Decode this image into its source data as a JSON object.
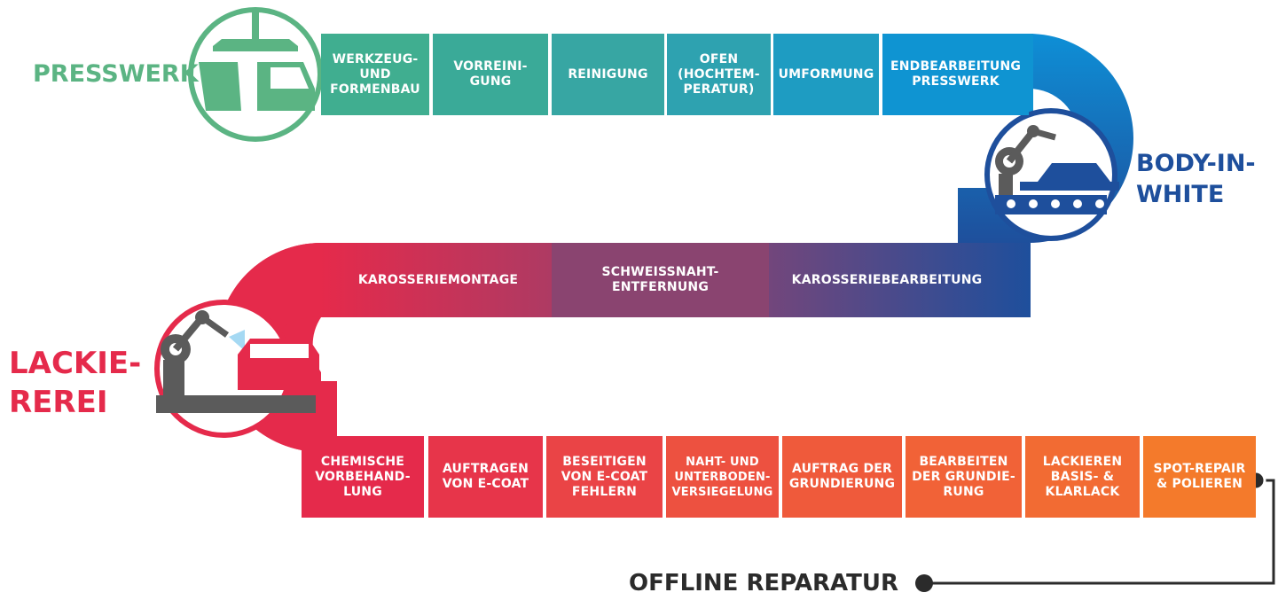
{
  "sections": {
    "presswerk": "PRESSWERK",
    "body_in_white": "BODY-IN-\nWHITE",
    "lackiererei": "LACKIE-\nREREI",
    "offline": "OFFLINE REPARATUR"
  },
  "row1": [
    "WERKZEUG-\nUND\nFORMENBAU",
    "VORREINI-\nGUNG",
    "REINIGUNG",
    "OFEN\n(HOCHTEM-\nPERATUR)",
    "UMFORMUNG",
    "ENDBEARBEITUNG\nPRESSWERK"
  ],
  "row2": [
    "KAROSSERIEMONTAGE",
    "SCHWEISSNAHT-\nENTFERNUNG",
    "KAROSSERIEBEARBEITUNG"
  ],
  "row3": [
    "CHEMISCHE\nVORBEHAND-\nLUNG",
    "AUFTRAGEN\nVON E-COAT",
    "BESEITIGEN\nVON E-COAT\nFEHLERN",
    "NAHT- UND\nUNTERBODEN-\nVERSIEGELUNG",
    "AUFTRAG DER\nGRUNDIERUNG",
    "BEARBEITEN\nDER GRUNDIE-\nRUNG",
    "LACKIEREN\nBASIS- &\nKLARLACK",
    "SPOT-REPAIR\n& POLIEREN"
  ],
  "colors": {
    "presswerk": "#5bb483",
    "body_in_white": "#1e4f9c",
    "lackiererei": "#e52a4b",
    "offline": "#2b2b2b",
    "row1": [
      "#40ae90",
      "#3aaa98",
      "#37a6a3",
      "#2ea2b0",
      "#1e9cc2",
      "#0f94d2"
    ],
    "row2": [
      "#c43a5e",
      "#8a4470",
      "#4f4d8a"
    ],
    "row3": [
      "#e52a4b",
      "#e7354a",
      "#ea4446",
      "#ed5140",
      "#ef5a3b",
      "#f16237",
      "#f26b33",
      "#f47a2b"
    ]
  }
}
